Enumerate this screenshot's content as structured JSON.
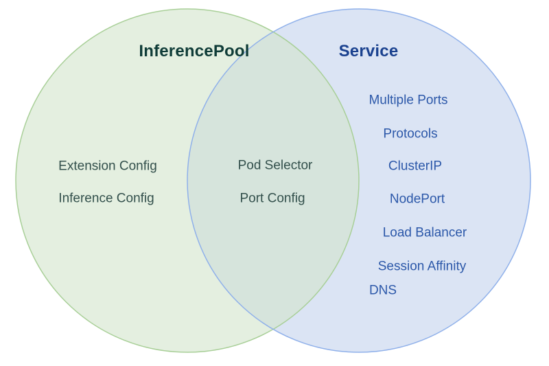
{
  "venn": {
    "left": {
      "title": "InferencePool",
      "items": [
        "Extension Config",
        "Inference Config"
      ],
      "fill": "#e4efe0",
      "stroke": "#a8cf97",
      "title_color": "#0f3c38",
      "item_color": "#33504c"
    },
    "right": {
      "title": "Service",
      "items": [
        "Multiple Ports",
        "Protocols",
        "ClusterIP",
        "NodePort",
        "Load Balancer",
        "Session Affinity",
        "DNS"
      ],
      "fill": "#dbe4f4",
      "stroke": "#8fb0ea",
      "title_color": "#1a418f",
      "item_color": "#2c58a9"
    },
    "overlap": {
      "items": [
        "Pod Selector",
        "Port Config"
      ],
      "fill": "#d6e4dc",
      "item_color": "#33504c"
    }
  }
}
